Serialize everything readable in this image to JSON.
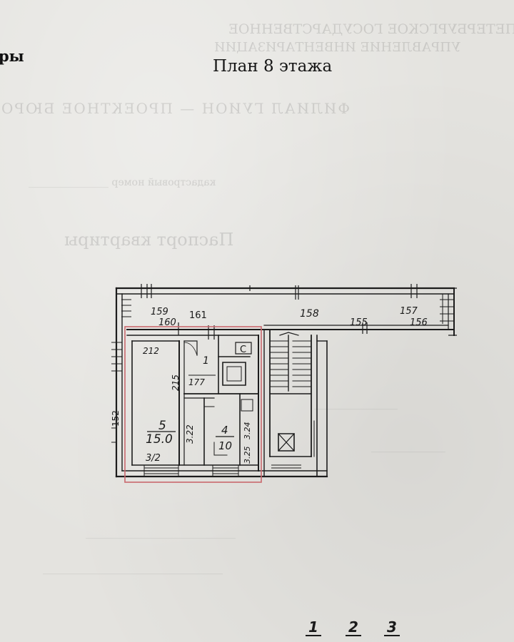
{
  "header": {
    "left_fragment": "ры",
    "title": "План 8 этажа"
  },
  "plan": {
    "dimensions": {
      "d159": "159",
      "d160": "160",
      "d161": "161",
      "d158": "158",
      "d155": "155",
      "d157": "157",
      "d156": "156",
      "d152": "152"
    },
    "rooms": {
      "room5_num": "5",
      "room5_area": "15.0",
      "room4_num": "4",
      "room4_area": "10",
      "room1_num": "1",
      "room1_area": "177"
    },
    "measures": {
      "m212": "212",
      "m215": "215",
      "m322": "3.22",
      "m312": "3/2",
      "m324": "3.24",
      "m325": "3.25"
    },
    "bath_label": "С"
  },
  "pagination": [
    "1",
    "2",
    "3"
  ],
  "colors": {
    "paper": "#e4e3df",
    "ink": "#1a1a1a",
    "apartment_outline": "#c9686d"
  }
}
